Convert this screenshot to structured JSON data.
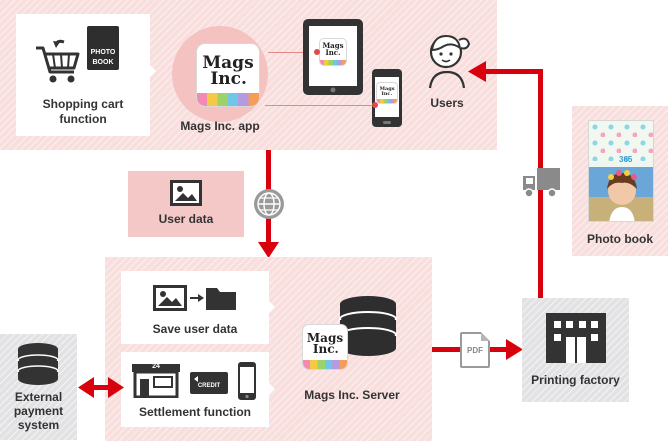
{
  "app_section": {
    "shopping_cart_label": "Shopping cart\nfunction",
    "photo_book_tag": "PHOTO\nBOOK",
    "app_label": "Mags Inc. app",
    "users_label": "Users"
  },
  "logo": {
    "line1": "Mags",
    "line2": "Inc."
  },
  "user_data_label": "User data",
  "photo_book_section": {
    "label": "Photo book",
    "cover_text": "365"
  },
  "server_section": {
    "save_user_data_label": "Save user data",
    "settlement_label": "Settlement function",
    "shop_sign": "24",
    "credit_label": "CREDIT",
    "server_label": "Mags Inc. Server"
  },
  "external_payment_label": "External\npayment\nsystem",
  "pdf_label": "PDF",
  "printing_factory_label": "Printing factory",
  "colors": {
    "accent_red": "#d9000d",
    "pink_panel": "#f9dede",
    "gray_panel": "#e2e2e4",
    "icon_dark": "#333333"
  }
}
